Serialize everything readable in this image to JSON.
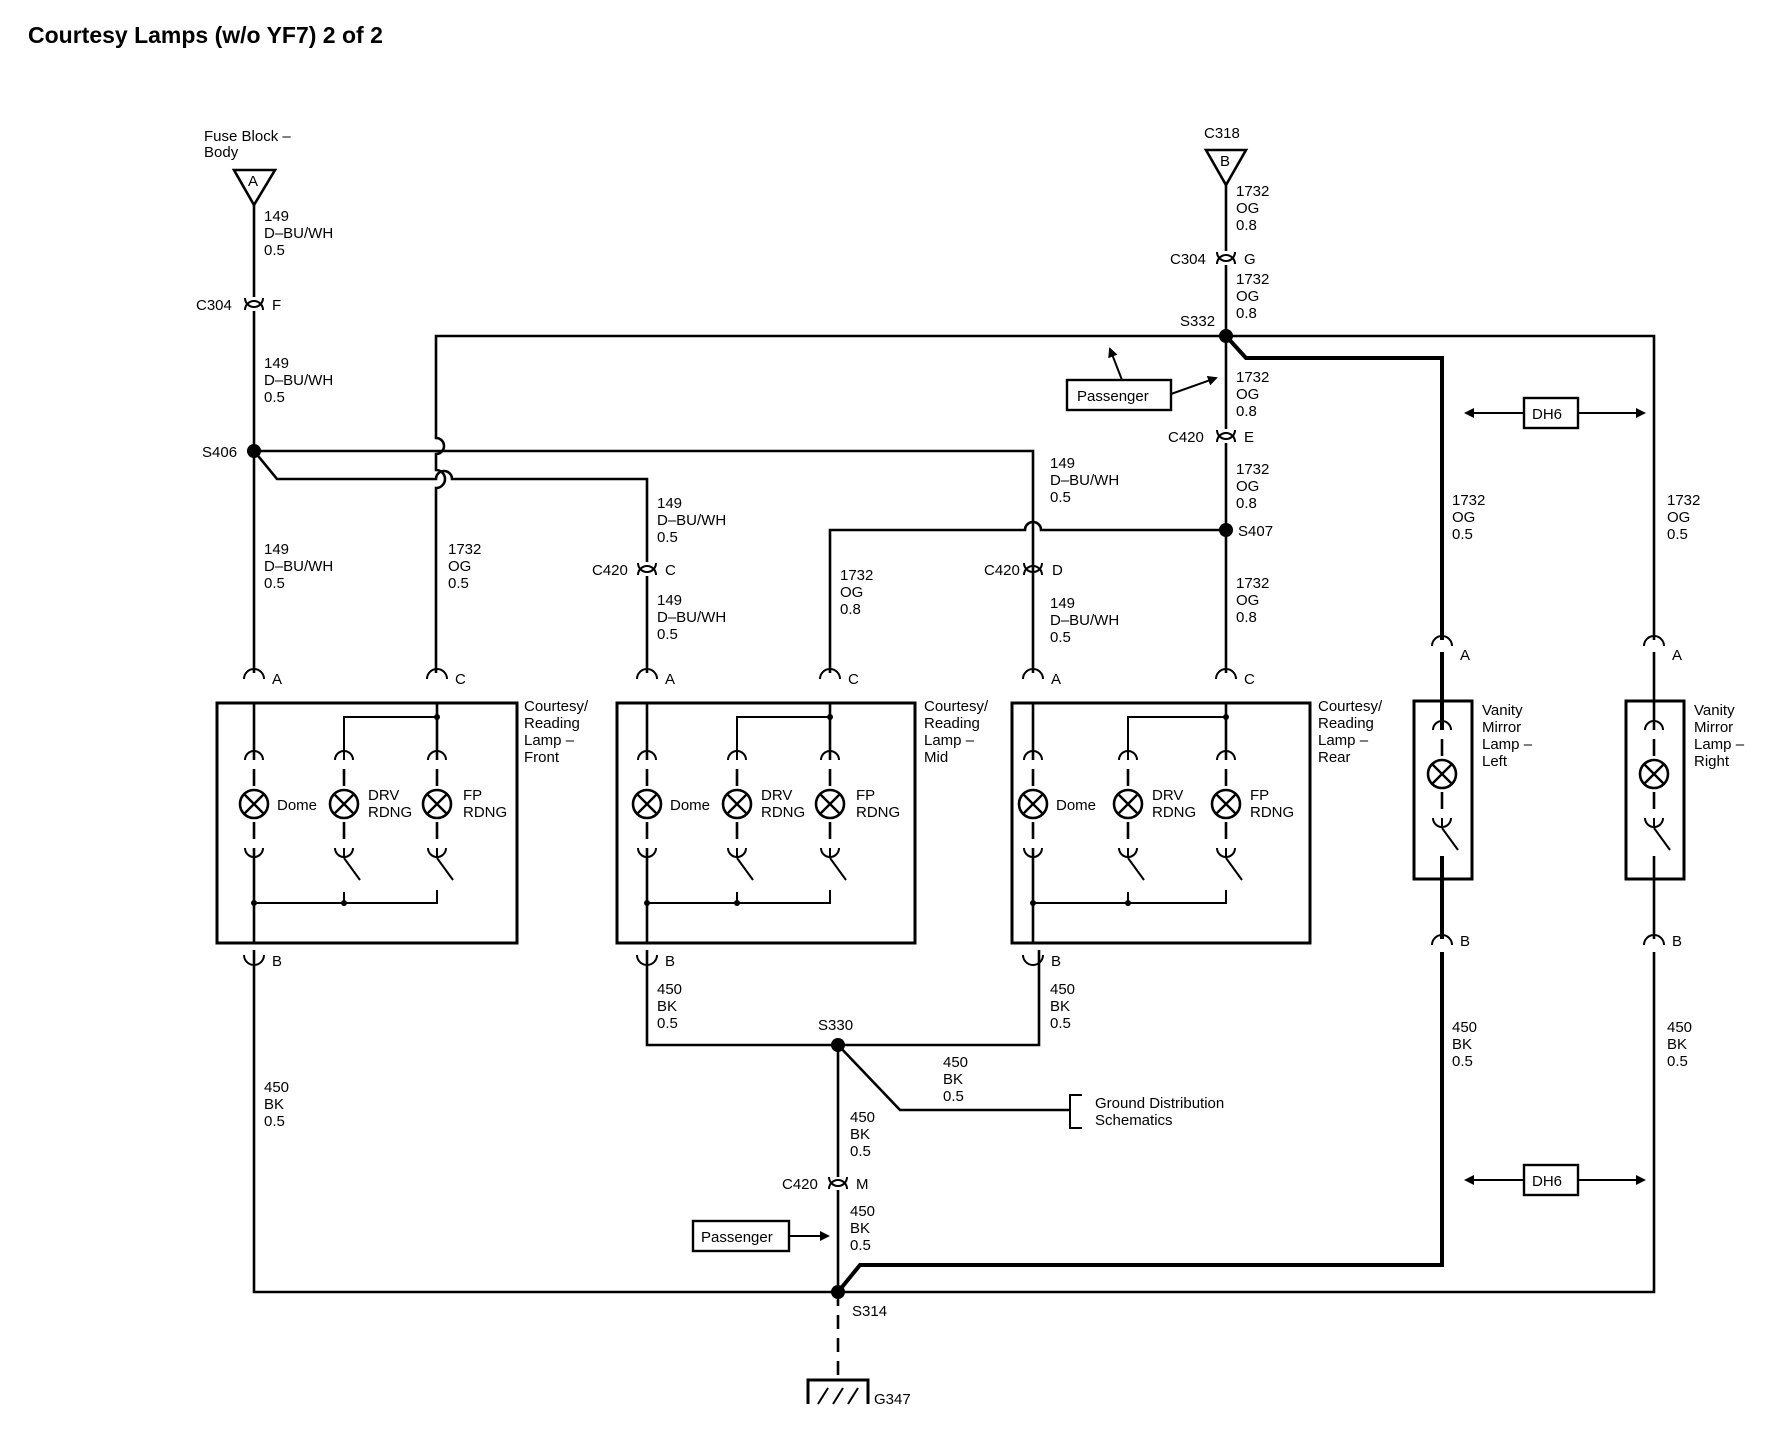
{
  "title": "Courtesy Lamps (w/o YF7) 2 of 2",
  "sources": {
    "fuse_block": {
      "line1": "Fuse Block –",
      "line2": "Body",
      "letter": "A"
    },
    "c318": {
      "name": "C318",
      "letter": "B"
    }
  },
  "connectors": {
    "c304": "C304",
    "c420": "C420",
    "pins": {
      "F": "F",
      "G": "G",
      "E": "E",
      "C": "C",
      "D": "D",
      "M": "M",
      "A": "A",
      "B": "B"
    }
  },
  "splices": {
    "s406": "S406",
    "s332": "S332",
    "s407": "S407",
    "s330": "S330",
    "s314": "S314"
  },
  "ground": "G347",
  "wires": {
    "w149": {
      "circuit": "149",
      "color": "D–BU/WH",
      "gauge": "0.5"
    },
    "w1732_08": {
      "circuit": "1732",
      "color": "OG",
      "gauge": "0.8"
    },
    "w1732_05": {
      "circuit": "1732",
      "color": "OG",
      "gauge": "0.5"
    },
    "w450": {
      "circuit": "450",
      "color": "BK",
      "gauge": "0.5"
    }
  },
  "modules": {
    "front": {
      "line1": "Courtesy/",
      "line2": "Reading",
      "line3": "Lamp –",
      "line4": "Front"
    },
    "mid": {
      "line1": "Courtesy/",
      "line2": "Reading",
      "line3": "Lamp –",
      "line4": "Mid"
    },
    "rear": {
      "line1": "Courtesy/",
      "line2": "Reading",
      "line3": "Lamp –",
      "line4": "Rear"
    },
    "vanity_left": {
      "line1": "Vanity",
      "line2": "Mirror",
      "line3": "Lamp –",
      "line4": "Left"
    },
    "vanity_right": {
      "line1": "Vanity",
      "line2": "Mirror",
      "line3": "Lamp –",
      "line4": "Right"
    }
  },
  "lamps": {
    "dome": "Dome",
    "drv1": "DRV",
    "drv2": "RDNG",
    "fp1": "FP",
    "fp2": "RDNG"
  },
  "tags": {
    "passenger": "Passenger",
    "dh6": "DH6"
  },
  "ground_dist": {
    "line1": "Ground Distribution",
    "line2": "Schematics"
  }
}
